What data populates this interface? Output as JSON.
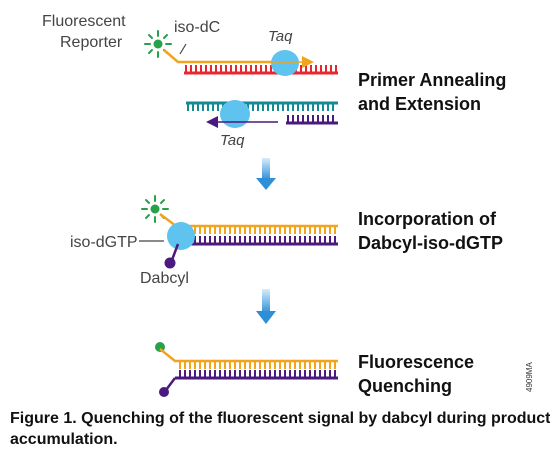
{
  "labels": {
    "fluorescent_reporter_line1": "Fluorescent",
    "fluorescent_reporter_line2": "Reporter",
    "iso_dc": "iso-dC",
    "taq_top": "Taq",
    "taq_bottom": "Taq",
    "iso_dgtp": "iso-dGTP",
    "dabcyl": "Dabcyl"
  },
  "steps": [
    {
      "line1": "Primer Annealing",
      "line2": "and Extension"
    },
    {
      "line1": "Incorporation of",
      "line2": "Dabcyl-iso-dGTP"
    },
    {
      "line1": "Fluorescence",
      "line2": "Quenching"
    }
  ],
  "figure_code": "4909MA",
  "caption": {
    "line1": "Figure 1. Quenching of the fluorescent signal by dabcyl during product",
    "line2": "accumulation."
  },
  "colors": {
    "orange_strand": "#f2a51c",
    "red_strand": "#e8262f",
    "teal_strand": "#138a96",
    "purple_strand": "#4a1a7e",
    "taq_blob": "#5ec3ee",
    "fluor_green": "#27a24a",
    "dabcyl_purple": "#4a1a7e",
    "arrow_blue": "#2e8fd8",
    "text": "#444444"
  }
}
